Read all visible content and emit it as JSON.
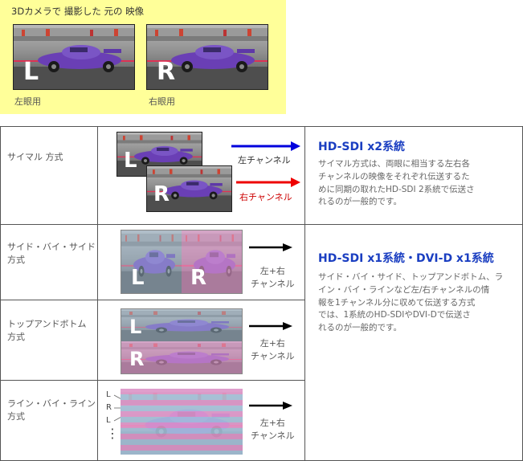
{
  "top": {
    "title": "3Dカメラで 撮影した 元の 映像",
    "left_letter": "L",
    "right_letter": "R",
    "left_caption": "左眼用",
    "right_caption": "右眼用",
    "bg_color": "#ffff99"
  },
  "rows": [
    {
      "label": "サイマル 方式",
      "letters": [
        "L",
        "R"
      ],
      "left_channel": "左チャンネル",
      "right_channel": "右チャンネル",
      "left_arrow_color": "#0000dd",
      "right_arrow_color": "#ee0000"
    },
    {
      "label_line1": "サイド・バイ・サイド",
      "label_line2": "方式",
      "letters": [
        "L",
        "R"
      ],
      "channel_line1": "左+右",
      "channel_line2": "チャンネル"
    },
    {
      "label_line1": "トップアンドボトム",
      "label_line2": "方式",
      "letters": [
        "L",
        "R"
      ],
      "channel_line1": "左+右",
      "channel_line2": "チャンネル"
    },
    {
      "label_line1": "ライン・バイ・ライン",
      "label_line2": "方式",
      "line_markers": [
        "L",
        "R",
        "L"
      ],
      "dots": "⋮",
      "channel_line1": "左+右",
      "channel_line2": "チャンネル"
    }
  ],
  "desc1": {
    "heading": "HD-SDI x2系統",
    "lines": [
      "サイマル方式は、両眼に相当する左右各",
      "チャンネルの映像をそれぞれ伝送するた",
      "めに同期の取れたHD-SDI 2系統で伝送さ",
      "れるのが一般的です。"
    ]
  },
  "desc2": {
    "heading": "HD-SDI x1系統・DVI-D x1系統",
    "lines": [
      "サイド・バイ・サイド、トップアンドボトム、ラ",
      "イン・バイ・ラインなど左/右チャンネルの情",
      "報を1チャンネル分に収めて伝送する方式",
      "では、1系統のHD-SDIやDVI-Dで伝送さ",
      "れるのが一般的です。"
    ]
  },
  "colors": {
    "heading": "#1a3ec1",
    "car_purple": "#6a3fb5",
    "pink_tint": "#e79ad0",
    "blue_tint": "#a9c7e0"
  }
}
